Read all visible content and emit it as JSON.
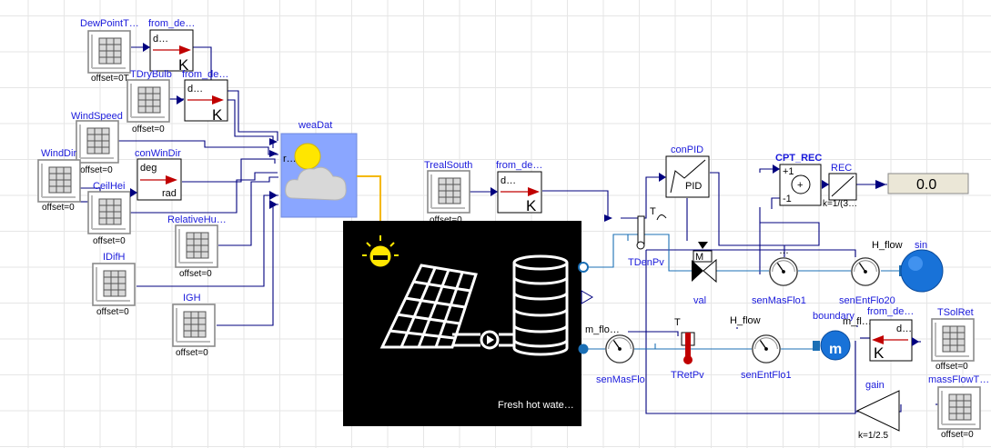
{
  "labels": {
    "dewPoint": "DewPointT…",
    "fromDe1": "from_de…",
    "tDryBulb": "TDryBulb",
    "fromDe2": "from_de…",
    "windSpeed": "WindSpeed",
    "windDir": "WindDir",
    "conWinDir": "conWinDir",
    "ceilHei": "CeilHei",
    "relHum": "RelativeHu…",
    "iDifH": "IDifH",
    "igh": "IGH",
    "weaDat": "weaDat",
    "trealSouth": "TrealSouth",
    "fromDe3": "from_de…",
    "conPID": "conPID",
    "cptRec": "CPT_REC",
    "rec": "REC",
    "tDenPv": "TDenPv",
    "val": "val",
    "senMasFlo1": "senMasFlo1",
    "senEntFlo20": "senEntFlo20",
    "sin": "sin",
    "hFlow1": "H_flow",
    "senMasFlo": "senMasFlo",
    "mFlo": "m_flo…",
    "tRetPv": "TRetPv",
    "hFlow2": "H_flow",
    "senEntFlo1": "senEntFlo1",
    "boundary": "boundary",
    "fromDe4": "from_de…",
    "tSolRet": "TSolRet",
    "gain": "gain",
    "massFlowT": "massFlowT…"
  },
  "subs": {
    "offset0": "offset=0",
    "offset0t": "offset=0T",
    "kRec": "k=1/(3…",
    "kGain": "k=1/2.5"
  },
  "inner": {
    "dDots": "d…",
    "kUnit": "K",
    "deg": "deg",
    "rad": "rad",
    "pid": "PID",
    "m": "M",
    "r": "r…",
    "t": "T",
    "plus1": "+1",
    "minus1": "-1",
    "plus": "+",
    "mfl": "m_fl…",
    "hfl": "H_flow",
    "dots": "…",
    "mBig": "m"
  },
  "display": {
    "value": "0.0"
  },
  "panel": {
    "caption": "Fresh hot wate…"
  },
  "colors": {
    "wire": "#00007f",
    "fluid": "#1b6fb5",
    "label": "#1a1adb",
    "convArrow": "#c00000",
    "weatherBg": "#8aa6ff",
    "panelBg": "#000000"
  }
}
